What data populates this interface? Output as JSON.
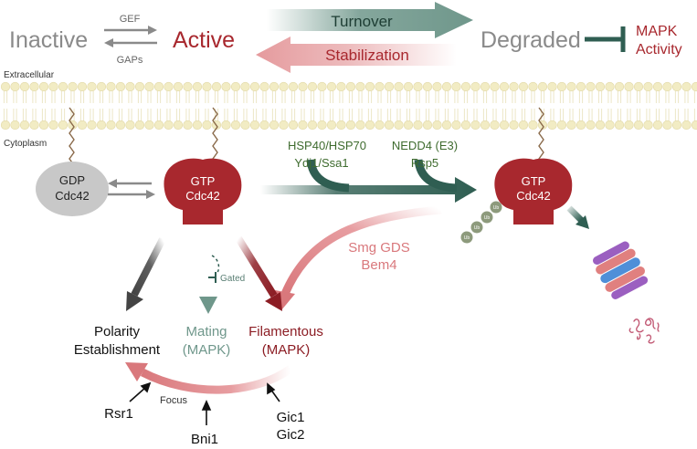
{
  "header": {
    "inactive": "Inactive",
    "active": "Active",
    "gef": "GEF",
    "gaps": "GAPs",
    "turnover": "Turnover",
    "stabilization": "Stabilization",
    "degraded": "Degraded",
    "mapk_line1": "MAPK",
    "mapk_line2": "Activity"
  },
  "membrane": {
    "extracellular": "Extracellular",
    "cytoplasm": "Cytoplasm"
  },
  "proteins": {
    "gdp": {
      "line1": "GDP",
      "line2": "Cdc42"
    },
    "gtp_active": {
      "line1": "GTP",
      "line2": "Cdc42"
    },
    "gtp_ub": {
      "line1": "GTP",
      "line2": "Cdc42"
    },
    "ub": "Ub"
  },
  "factors": {
    "hsp_line1": "HSP40/HSP70",
    "hsp_line2": "Ydj1/Ssa1",
    "nedd_line1": "NEDD4 (E3)",
    "nedd_line2": "Rsp5",
    "smg_line1": "Smg GDS",
    "smg_line2": "Bem4",
    "gated": "Gated"
  },
  "outputs": {
    "polarity_line1": "Polarity",
    "polarity_line2": "Establishment",
    "mating_line1": "Mating",
    "mating_line2": "(MAPK)",
    "filamentous_line1": "Filamentous",
    "filamentous_line2": "(MAPK)",
    "focus": "Focus",
    "rsr1": "Rsr1",
    "bni1": "Bni1",
    "gic1": "Gic1",
    "gic2": "Gic2"
  },
  "colors": {
    "active_red": "#a8282e",
    "teal_dark": "#2f5e52",
    "teal_light": "#6f978b",
    "pink": "#d9787c",
    "grey": "#8a8a8a",
    "factor_green": "#3e6b2e",
    "membrane_head": "#f2ecc4"
  }
}
